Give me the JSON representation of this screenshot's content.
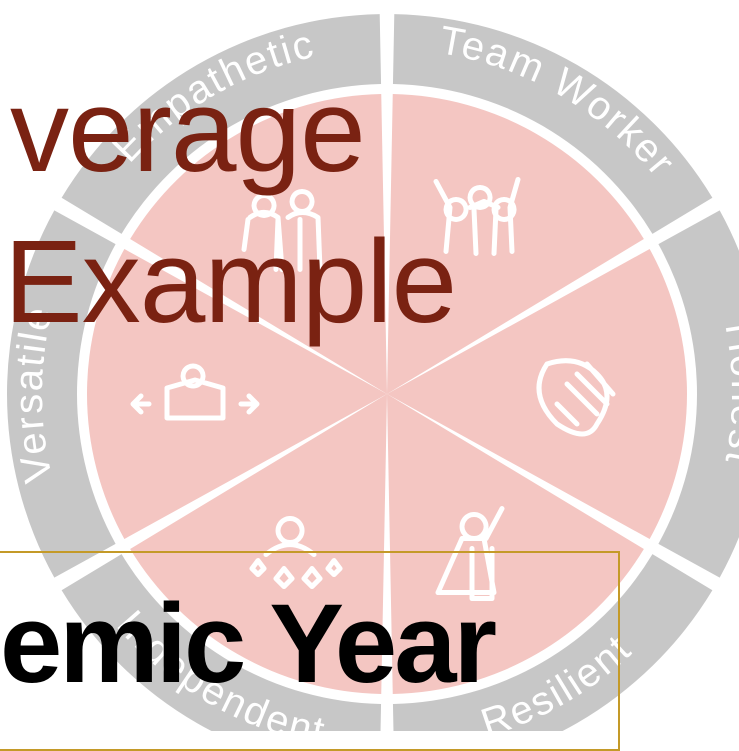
{
  "wheel": {
    "segments": [
      {
        "label": "Empathetic",
        "icon": "embrace-icon"
      },
      {
        "label": "Team Worker",
        "icon": "team-cheer-icon"
      },
      {
        "label": "Honest",
        "icon": "hand-on-heart-icon"
      },
      {
        "label": "Resilient",
        "icon": "hero-cape-icon"
      },
      {
        "label": "Independent",
        "icon": "person-stars-icon"
      },
      {
        "label": "Versatile",
        "icon": "expand-arrows-icon"
      }
    ],
    "colors": {
      "inner": "#f4c6c2",
      "outer": "#c7c7c7",
      "icon": "#ffffff",
      "label": "#ffffff"
    }
  },
  "title": {
    "line1": "verage",
    "line2": "Example",
    "color": "#7a2212"
  },
  "year": {
    "label": "emic Year",
    "border_color": "#c49a28"
  }
}
